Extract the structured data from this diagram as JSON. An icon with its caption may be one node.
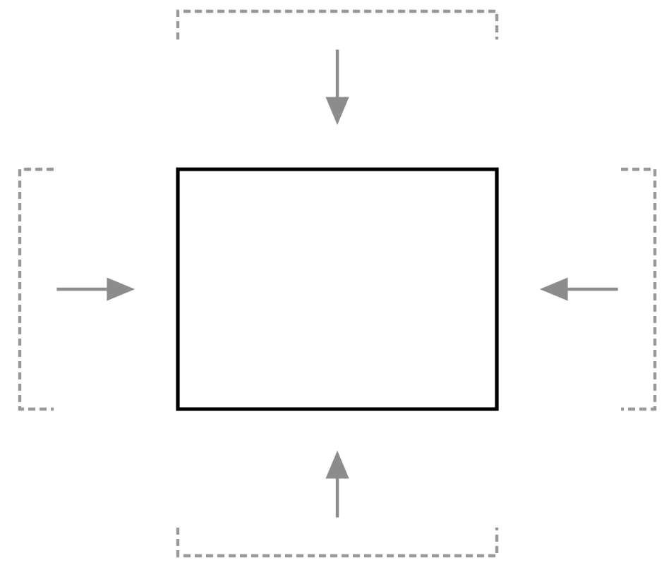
{
  "diagram": {
    "nodes": [
      {
        "text": [],
        "shape": "box"
      },
      {
        "text": [],
        "shape": "bracket"
      },
      {
        "text": [],
        "shape": "bracket"
      },
      {
        "text": [],
        "shape": "bracket"
      },
      {
        "text": [],
        "shape": "bracket"
      }
    ],
    "edges": [
      {
        "from": 1,
        "to": 0,
        "arrow": "to"
      },
      {
        "from": 2,
        "to": 0,
        "arrow": "to"
      },
      {
        "from": 3,
        "to": 0,
        "arrow": "to"
      },
      {
        "from": 4,
        "to": 0,
        "arrow": "to"
      }
    ]
  }
}
